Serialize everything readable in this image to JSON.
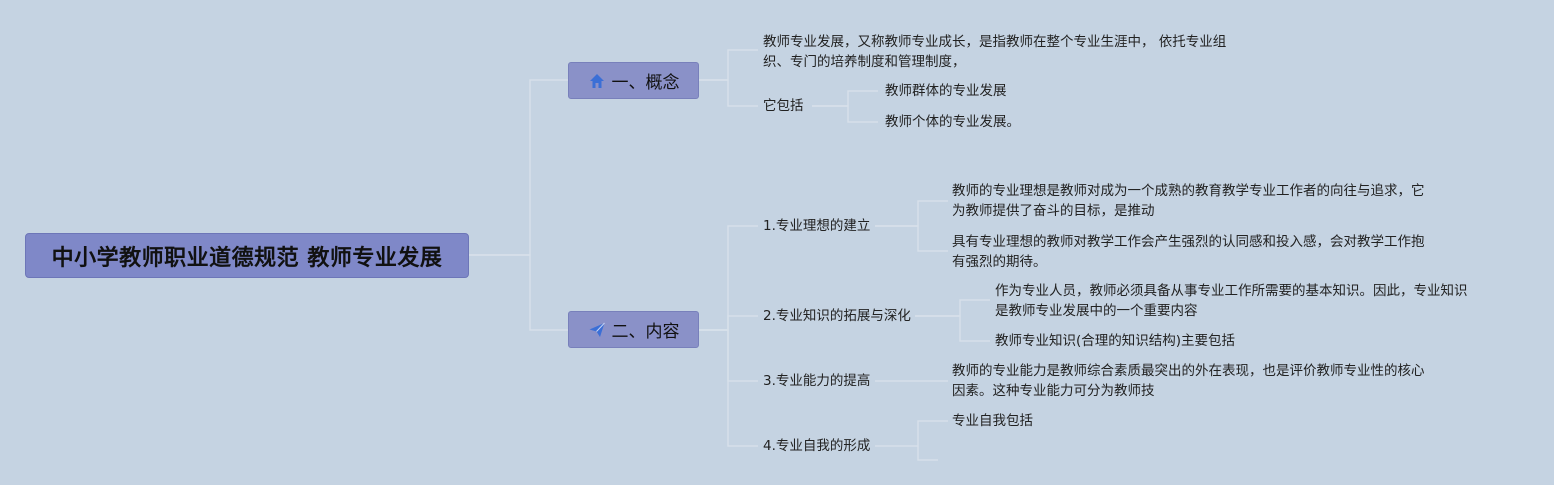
{
  "root": {
    "title": "中小学教师职业道德规范 教师专业发展"
  },
  "branches": [
    {
      "label": "一、概念",
      "icon": "home-icon",
      "items": [
        {
          "text_line1": "教师专业发展，又称教师专业成长，是指教师在整个专业生涯中， 依托专业组",
          "text_line2": "织、专门的培养制度和管理制度，"
        },
        {
          "text": "它包括",
          "children": [
            "教师群体的专业发展",
            "教师个体的专业发展。"
          ]
        }
      ]
    },
    {
      "label": "二、内容",
      "icon": "paper-plane-icon",
      "items": [
        {
          "text": "1.专业理想的建立",
          "children": [
            {
              "line1": "教师的专业理想是教师对成为一个成熟的教育教学专业工作者的向往与追求，它",
              "line2": "为教师提供了奋斗的目标，是推动"
            },
            {
              "line1": "具有专业理想的教师对教学工作会产生强烈的认同感和投入感，会对教学工作抱",
              "line2": "有强烈的期待。"
            }
          ]
        },
        {
          "text": "2.专业知识的拓展与深化",
          "children": [
            {
              "line1": "作为专业人员，教师必须具备从事专业工作所需要的基本知识。因此，专业知识",
              "line2": "是教师专业发展中的一个重要内容"
            },
            {
              "line1": "教师专业知识(合理的知识结构)主要包括",
              "line2": ""
            }
          ]
        },
        {
          "text": "3.专业能力的提高",
          "children": [
            {
              "line1": "教师的专业能力是教师综合素质最突出的外在表现，也是评价教师专业性的核心",
              "line2": "因素。这种专业能力可分为教师技"
            }
          ]
        },
        {
          "text": "4.专业自我的形成",
          "children": [
            {
              "line1": "专业自我包括",
              "line2": ""
            }
          ]
        }
      ]
    }
  ],
  "colors": {
    "background": "#c5d3e2",
    "root_fill": "#7f88c8",
    "branch_fill": "#8a91c8",
    "connector": "#d7e0ea",
    "icon_blue": "#3b6fd6"
  }
}
